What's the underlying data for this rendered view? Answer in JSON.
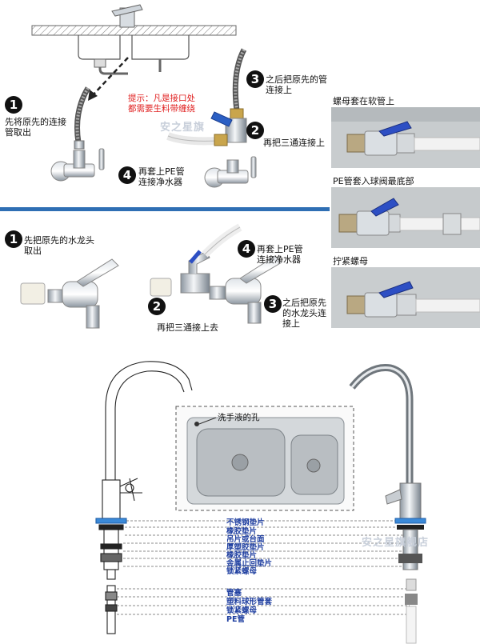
{
  "top_section": {
    "step1": {
      "num": "1",
      "text": "先将原先的连接\n管取出"
    },
    "step2": {
      "num": "2",
      "text": "再把三通连接上"
    },
    "step3": {
      "num": "3",
      "text": "之后把原先的管\n连接上"
    },
    "step4": {
      "num": "4",
      "text": "再套上PE管\n连接净水器"
    },
    "tip": "提示：凡是接口处\n都需要生料带缠绕",
    "watermark": "安之星旗"
  },
  "photos": {
    "caption1": "螺母套在软管上",
    "caption2": "PE管套入球阀最底部",
    "caption3": "拧紧螺母"
  },
  "middle_section": {
    "step1": {
      "num": "1",
      "text": "先把原先的水龙头\n取出"
    },
    "step2": {
      "num": "2",
      "text": "再把三通接上去"
    },
    "step3": {
      "num": "3",
      "text": "之后把原先\n的水龙头连\n接上"
    },
    "step4": {
      "num": "4",
      "text": "再套上PE管\n连接净水器"
    }
  },
  "bottom_section": {
    "sink_label": "洗手液的孔",
    "watermark": "安之星旗舰店",
    "parts": [
      "不锈钢垫片",
      "橡胶垫片",
      "吊片或台面",
      "厚塑胶垫片",
      "橡胶垫片",
      "金属止回垫片",
      "锁紧螺母",
      "管塞",
      "塑料球形管套",
      "锁紧螺母",
      "PE管"
    ]
  },
  "colors": {
    "accent_blue": "#2f6fb4",
    "warning_red": "#e02020",
    "label_blue": "#1f3fa0"
  }
}
